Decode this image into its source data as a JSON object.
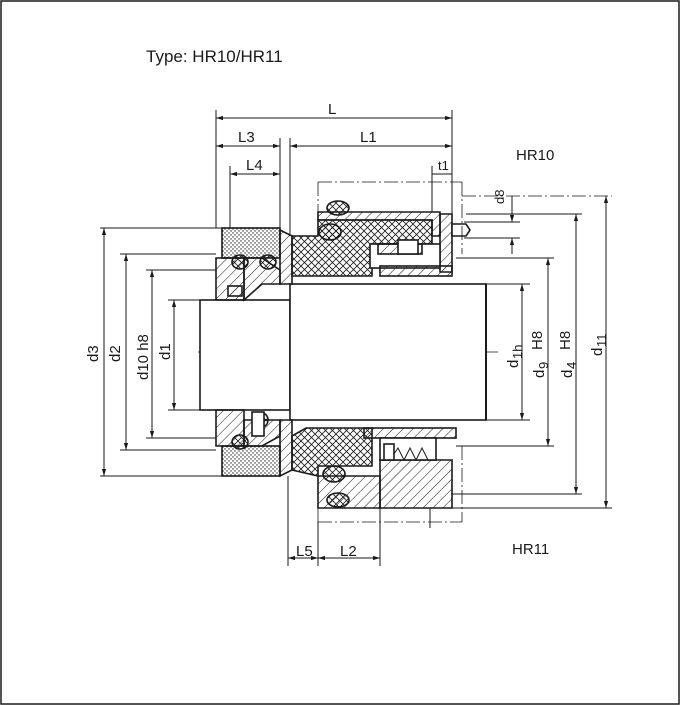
{
  "title": "Type: HR10/HR11",
  "variant_labels": {
    "top": "HR10",
    "bottom": "HR11"
  },
  "dimensions": {
    "L": "L",
    "L1": "L1",
    "L2": "L2",
    "L3": "L3",
    "L4": "L4",
    "L5": "L5",
    "t1": "t1",
    "d8": "d8",
    "d1": "d1",
    "d2": "d2",
    "d3": "d3",
    "d10_h8": "d10   h8",
    "d1h": "d",
    "d1h_sub": "1h",
    "H8a": "H8",
    "H8b": "H8",
    "d9": "d",
    "d9_sub": "9",
    "d4": "d",
    "d4_sub": "4",
    "d11": "d",
    "d11_sub": "11"
  }
}
